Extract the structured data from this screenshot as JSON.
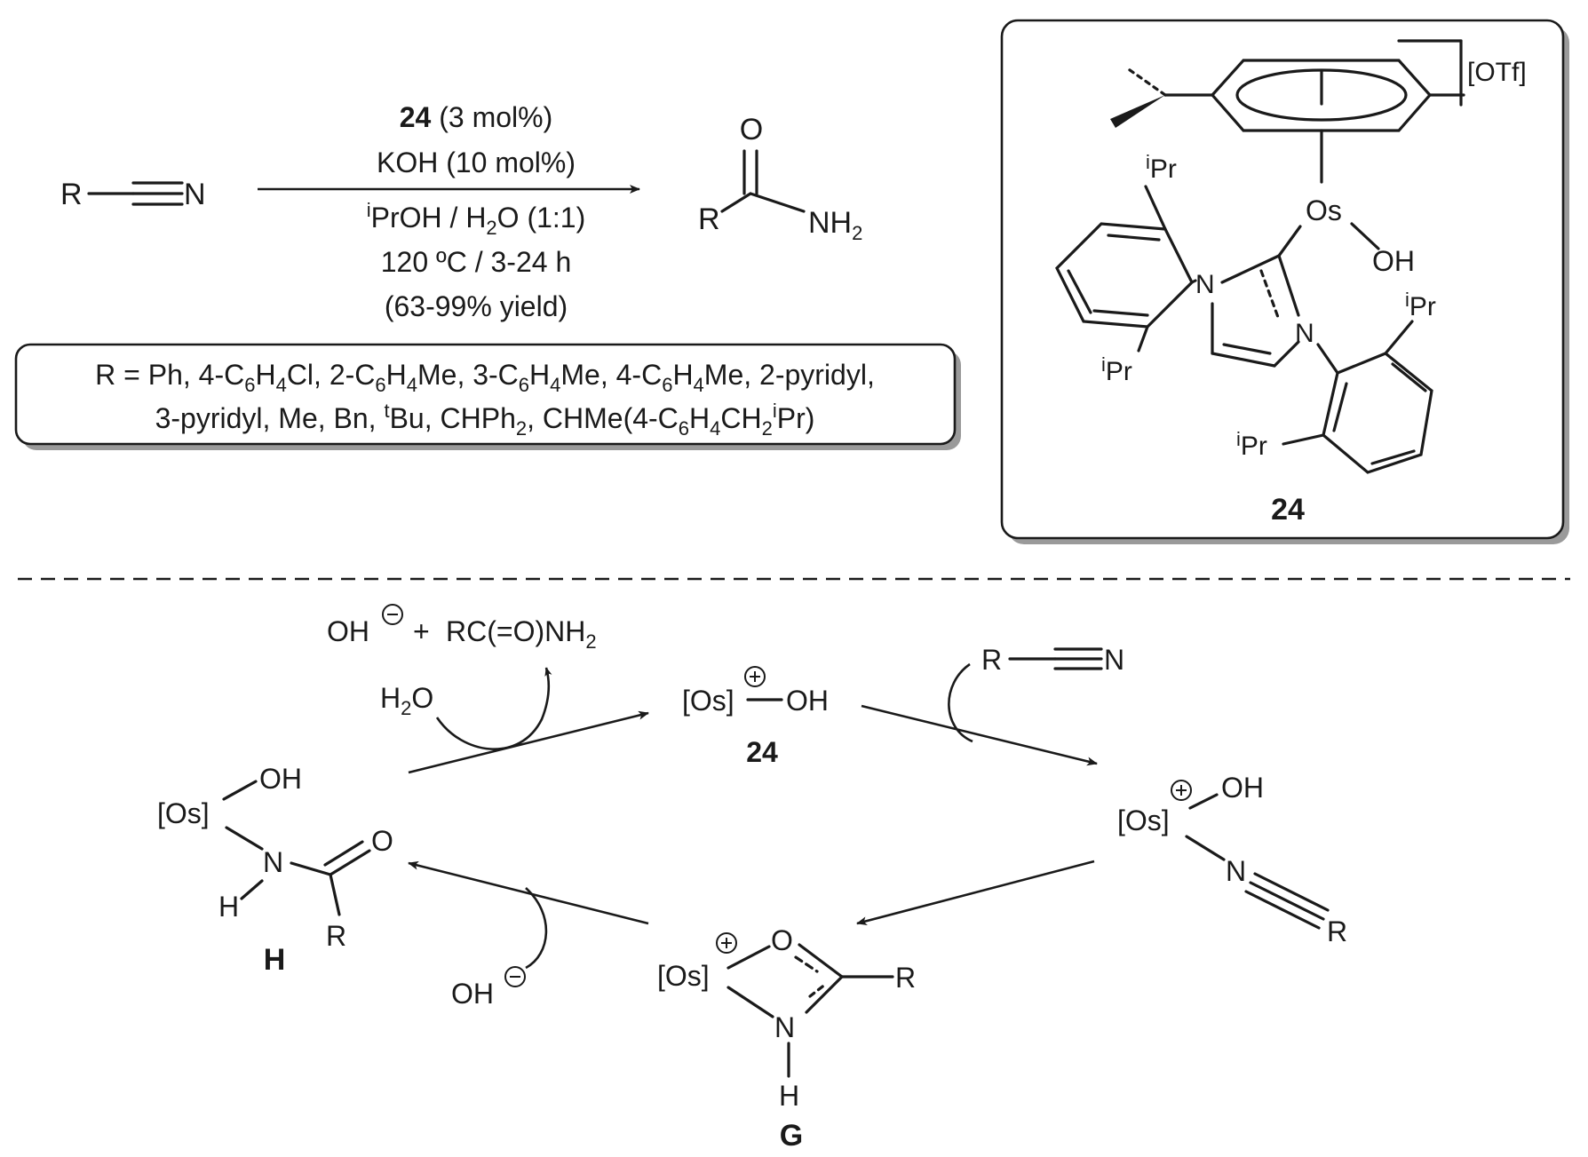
{
  "reaction": {
    "substrate": {
      "R": "R",
      "N": "N"
    },
    "conditions": {
      "catalyst_id": "24",
      "catalyst_loading": "(3 mol%)",
      "base": "KOH (10 mol%)",
      "solvent_pre": "PrOH / H",
      "solvent_sup": "i",
      "solvent_sub": "2",
      "solvent_post": "O (1:1)",
      "temp_time": "120 ºC / 3-24 h",
      "yield": "(63-99% yield)"
    },
    "product": {
      "O": "O",
      "R": "R",
      "NH": "NH",
      "NH_sub": "2"
    }
  },
  "scope": {
    "line1": [
      [
        "R = Ph, 4-C",
        ""
      ],
      [
        "6",
        "sub"
      ],
      [
        "H",
        ""
      ],
      [
        "4",
        "sub"
      ],
      [
        "Cl, 2-C",
        ""
      ],
      [
        "6",
        "sub"
      ],
      [
        "H",
        ""
      ],
      [
        "4",
        "sub"
      ],
      [
        "Me, 3-C",
        ""
      ],
      [
        "6",
        "sub"
      ],
      [
        "H",
        ""
      ],
      [
        "4",
        "sub"
      ],
      [
        "Me, 4-C",
        ""
      ],
      [
        "6",
        "sub"
      ],
      [
        "H",
        ""
      ],
      [
        "4",
        "sub"
      ],
      [
        "Me, 2-pyridyl,",
        ""
      ]
    ],
    "line2": [
      [
        "3-pyridyl, Me, Bn, ",
        ""
      ],
      [
        "t",
        "sup"
      ],
      [
        "Bu, CHPh",
        ""
      ],
      [
        "2",
        "sub"
      ],
      [
        ", CHMe(4-C",
        ""
      ],
      [
        "6",
        "sub"
      ],
      [
        "H",
        ""
      ],
      [
        "4",
        "sub"
      ],
      [
        "CH",
        ""
      ],
      [
        "2",
        "sub"
      ],
      [
        "i",
        "sup"
      ],
      [
        "Pr)",
        ""
      ]
    ]
  },
  "catalyst_box": {
    "counterion": "[OTf]",
    "metal": "Os",
    "hydroxide": "OH",
    "N": "N",
    "iPr_i": "i",
    "iPr_Pr": "Pr",
    "label": "24"
  },
  "cycle": {
    "top_byproducts": {
      "oh": "OH",
      "plus": "+",
      "amide": "RC(=O)NH",
      "amide_sub": "2"
    },
    "water": {
      "h": "H",
      "sub": "2",
      "o": "O"
    },
    "catalyst": {
      "os": "[Os]",
      "oh": "OH",
      "label": "24"
    },
    "nitrile": {
      "R": "R",
      "N": "N"
    },
    "nitrile_complex": {
      "os": "[Os]",
      "oh": "OH",
      "N": "N",
      "R": "R"
    },
    "intermediate_G": {
      "os": "[Os]",
      "O": "O",
      "N": "N",
      "H": "H",
      "R": "R",
      "label": "G"
    },
    "intermediate_H": {
      "os": "[Os]",
      "oh": "OH",
      "N": "N",
      "H": "H",
      "O": "O",
      "R": "R",
      "label": "H"
    },
    "hydroxide": {
      "oh": "OH"
    }
  },
  "colors": {
    "ink": "#1a1a1a",
    "box_shadow": "#9a9a9a",
    "box_fill": "#ffffff"
  }
}
